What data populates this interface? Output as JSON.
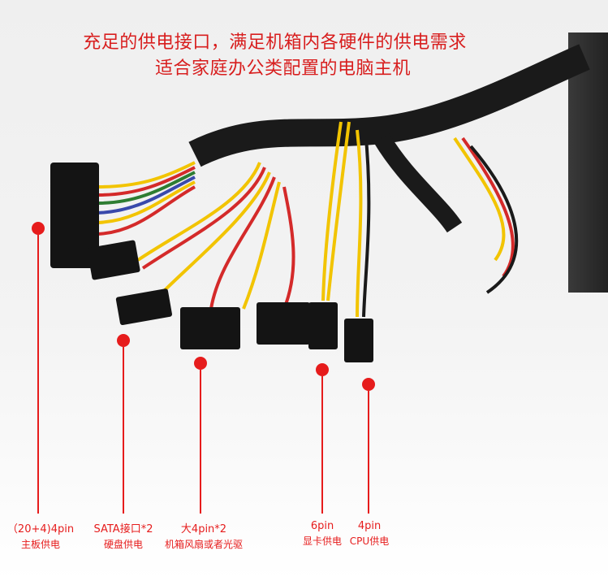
{
  "headline": {
    "line1": "充足的供电接口，满足机箱内各硬件的供电需求",
    "line2": "适合家庭办公类配置的电脑主机"
  },
  "callouts": [
    {
      "id": "mb",
      "line1": "（20+4)4pin",
      "line2": "主板供电"
    },
    {
      "id": "sata",
      "line1": "SATA接口*2",
      "line2": "硬盘供电"
    },
    {
      "id": "molex",
      "line1": "大4pin*2",
      "line2": "机箱风扇或者光驱"
    },
    {
      "id": "gpu",
      "line1": "6pin",
      "line2": "显卡供电"
    },
    {
      "id": "cpu",
      "line1": "4pin",
      "line2": "CPU供电"
    }
  ],
  "colors": {
    "accent": "#e61c1c",
    "wire_yellow": "#f2c400",
    "wire_red": "#d42a2a",
    "wire_black": "#1a1a1a"
  }
}
